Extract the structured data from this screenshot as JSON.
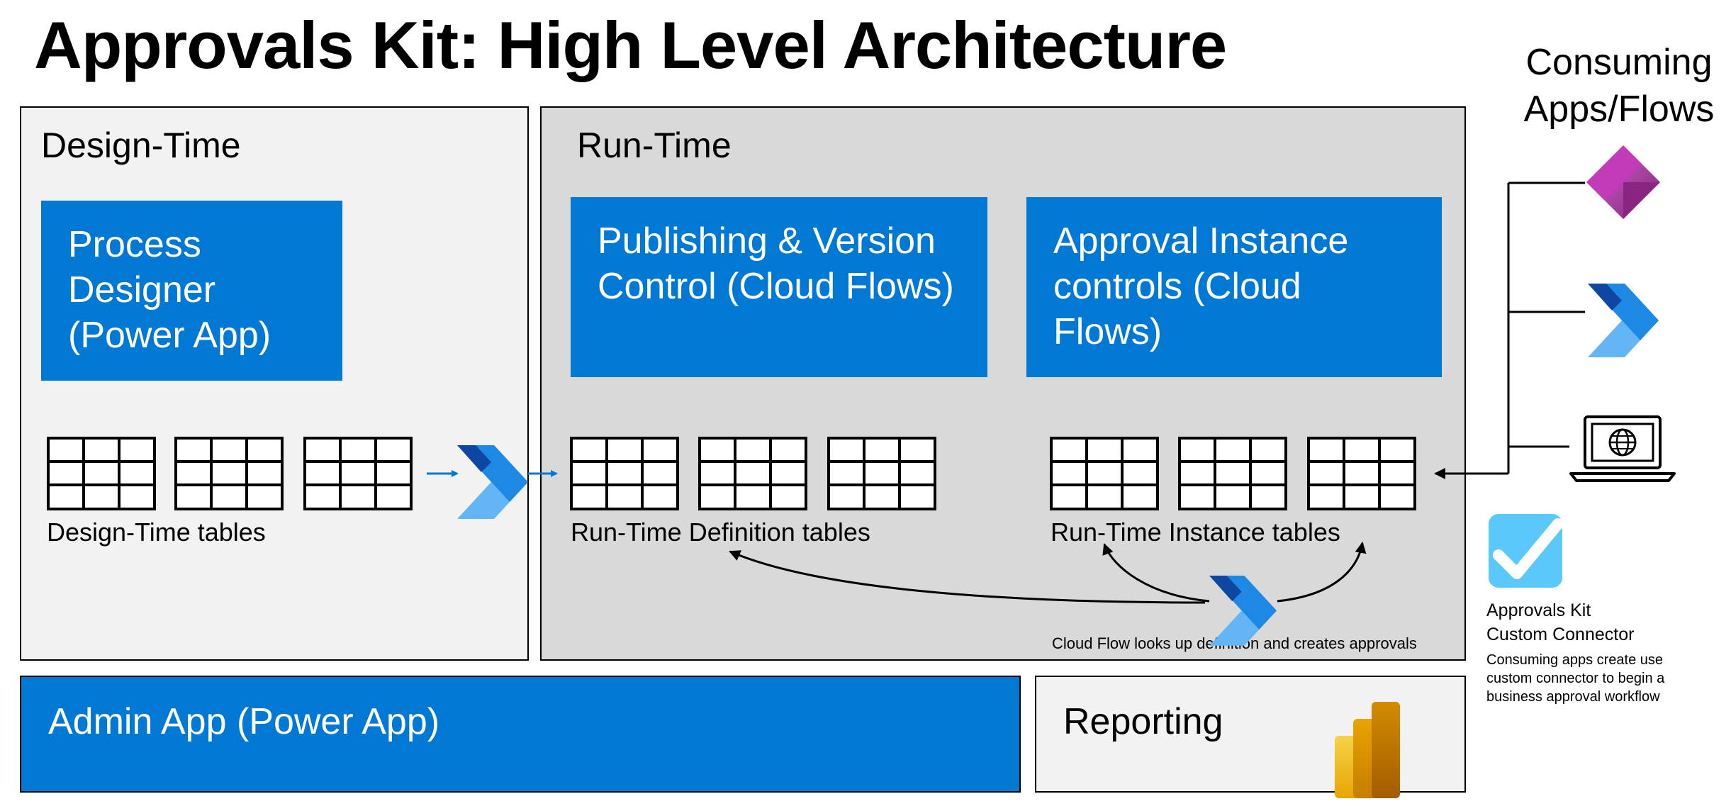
{
  "title": "Approvals Kit: High Level Architecture",
  "design_time": {
    "label": "Design-Time",
    "process_designer": [
      "Process",
      "Designer",
      "(Power  App)"
    ],
    "tables_caption": "Design-Time tables"
  },
  "run_time": {
    "label": "Run-Time",
    "publishing": [
      "Publishing & Version",
      "Control (Cloud Flows)"
    ],
    "approval_instance": [
      "Approval Instance",
      "controls (Cloud",
      "Flows)"
    ],
    "definition_caption": "Run-Time Definition tables",
    "instance_caption": "Run-Time Instance tables",
    "cloud_flow_note": "Cloud Flow looks up definition and creates approvals"
  },
  "admin_app": "Admin App (Power App)",
  "reporting": "Reporting",
  "consuming": [
    "Consuming",
    "Apps/Flows"
  ],
  "connector": {
    "title": [
      "Approvals Kit",
      "Custom Connector"
    ],
    "note": [
      "Consuming apps create use",
      "custom connector to begin a",
      "business approval workflow"
    ]
  },
  "icons": [
    "power-apps-icon",
    "power-automate-icon",
    "laptop-globe-icon",
    "approvals-check-icon",
    "power-bi-icon",
    "table-grid-icon"
  ],
  "colors": {
    "blue": "#0078d4",
    "panel_light": "#f2f2f2",
    "panel_mid": "#d9d9d9"
  }
}
